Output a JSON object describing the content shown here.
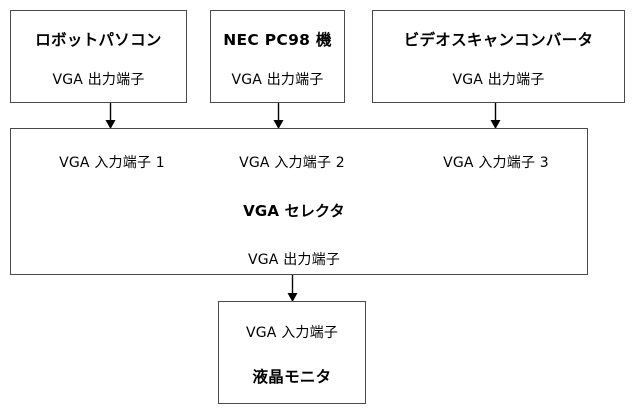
{
  "diagram": {
    "title_text_weight_note": "",
    "sources": [
      {
        "name": "robot-pc",
        "title": "ロボットパソコン",
        "port": "VGA 出力端子"
      },
      {
        "name": "nec-pc98",
        "title": "NEC PC98 機",
        "port": "VGA 出力端子"
      },
      {
        "name": "video-scan-converter",
        "title": "ビデオスキャンコンバータ",
        "port": "VGA 出力端子"
      }
    ],
    "selector": {
      "title": "VGA セレクタ",
      "input_ports": [
        "VGA 入力端子 1",
        "VGA 入力端子 2",
        "VGA 入力端子 3"
      ],
      "output_port": "VGA 出力端子"
    },
    "monitor": {
      "input_port": "VGA 入力端子",
      "title": "液晶モニタ"
    },
    "colors": {
      "stroke": "#4a4a4a",
      "text": "#000000",
      "background": "#ffffff",
      "arrow": "#000000"
    }
  }
}
